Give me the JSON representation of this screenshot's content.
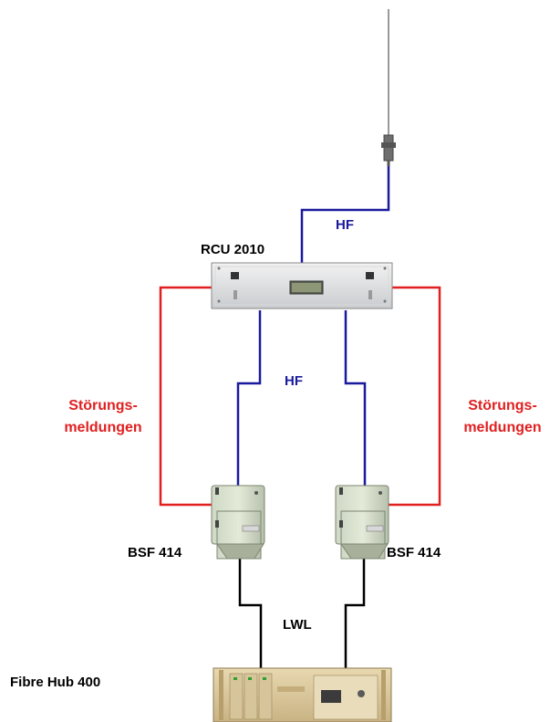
{
  "labels": {
    "hf_top": "HF",
    "rcu": "RCU 2010",
    "hf_mid": "HF",
    "alarm_left_1": "Störungs-",
    "alarm_left_2": "meldungen",
    "alarm_right_1": "Störungs-",
    "alarm_right_2": "meldungen",
    "bsf_left": "BSF 414",
    "bsf_right": "BSF 414",
    "lwl": "LWL",
    "fibre_hub": "Fibre Hub 400"
  },
  "colors": {
    "hf_line": "#1a1a9e",
    "alarm_line": "#e02020",
    "fiber_line": "#000000",
    "hf_text": "#1a1a9e",
    "alarm_text": "#e02020",
    "label_text": "#000000"
  },
  "icons": {
    "antenna": "antenna-icon",
    "rcu": "rcu-unit-image",
    "bsf": "bsf-amplifier-image",
    "hub": "fibre-hub-rack-image"
  }
}
